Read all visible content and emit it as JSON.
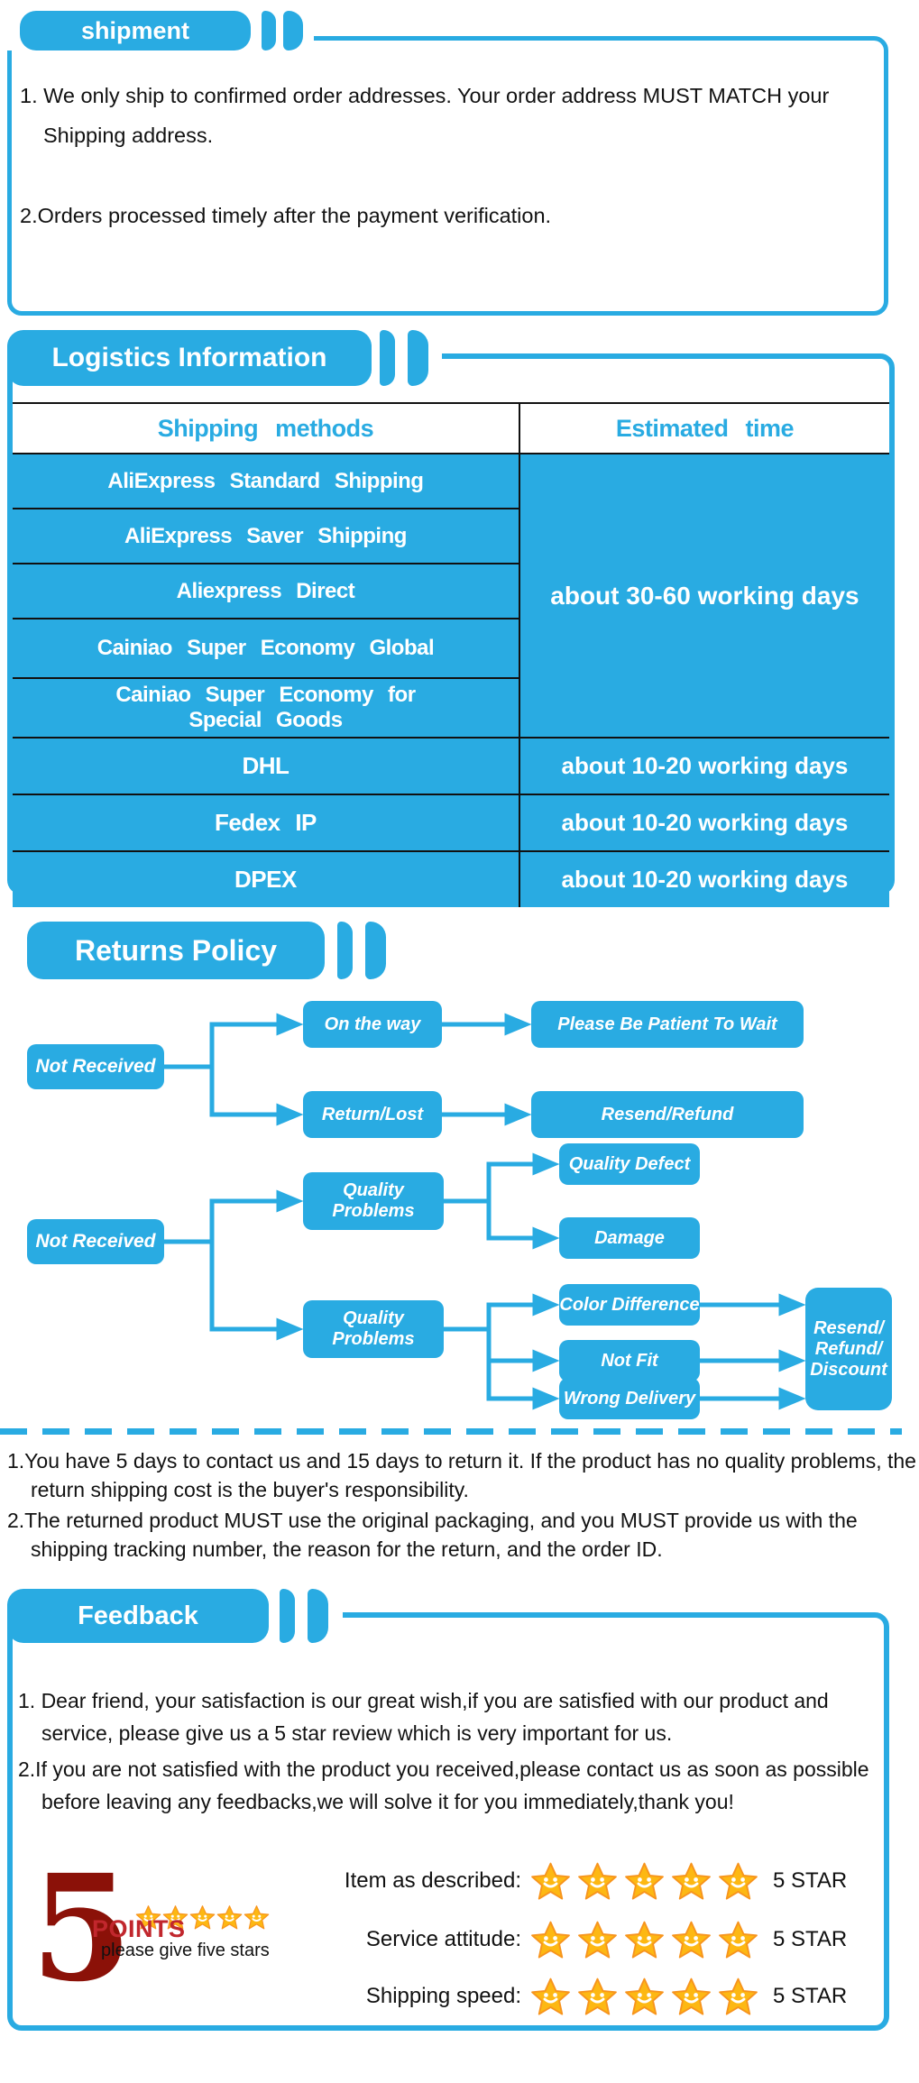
{
  "colors": {
    "accent_blue": "#29ABE2",
    "table_line_black": "#111111",
    "points_maroon": "#8B1108",
    "points_red": "#C1272D",
    "star_gold": "#FDB813",
    "star_outline": "#F7941D"
  },
  "shipment": {
    "title": "shipment",
    "item1": "1. We only ship to confirmed order addresses. Your order address MUST MATCH your Shipping address.",
    "item2": "2.Orders processed timely after the payment verification."
  },
  "logistics": {
    "title": "Logistics Information",
    "col_methods": "Shipping methods",
    "col_time": "Estimated time",
    "group_methods": [
      "AliExpress Standard Shipping",
      "AliExpress Saver Shipping",
      "Aliexpress Direct",
      "Cainiao Super Economy Global",
      "Cainiao Super Economy for\nSpecial Goods"
    ],
    "group_time": "about 30-60 working days",
    "express_rows": [
      {
        "method": "DHL",
        "time": "about 10-20 working days"
      },
      {
        "method": "Fedex IP",
        "time": "about 10-20 working days"
      },
      {
        "method": "DPEX",
        "time": "about 10-20 working days"
      }
    ]
  },
  "returns": {
    "title": "Returns Policy",
    "flow": {
      "not_received_1": "Not Received",
      "on_the_way": "On the way",
      "return_lost": "Return/Lost",
      "please_wait": "Please Be Patient To Wait",
      "resend_refund": "Resend/Refund",
      "not_received_2": "Not Received",
      "quality_problems_1": "Quality\nProblems",
      "quality_defect": "Quality Defect",
      "damage": "Damage",
      "quality_problems_2": "Quality\nProblems",
      "color_difference": "Color Difference",
      "not_fit": "Not Fit",
      "wrong_delivery": "Wrong Delivery",
      "resend_refund_discount": "Resend/\nRefund/\nDiscount"
    },
    "note1": "1.You have 5 days to contact us and 15 days to return it. If the product has no quality problems, the return shipping cost is the buyer's responsibility.",
    "note2": "2.The returned product MUST use the original packaging, and you MUST provide us with the shipping tracking number, the reason for the return, and the order ID."
  },
  "feedback": {
    "title": "Feedback",
    "item1": "1. Dear friend, your satisfaction is our great wish,if you are satisfied with our product and service, please give us a 5 star review which is very important for us.",
    "item2": "2.If you are not satisfied with the product you received,please contact us as soon as possible before leaving any feedbacks,we will solve it for you immediately,thank you!",
    "points_number": "5",
    "points_label": "POINTS",
    "points_caption": "please give five stars",
    "rating_rows": [
      {
        "label": "Item as described:",
        "value": "5 STAR"
      },
      {
        "label": "Service attitude:",
        "value": "5 STAR"
      },
      {
        "label": "Shipping speed:",
        "value": "5 STAR"
      }
    ]
  }
}
